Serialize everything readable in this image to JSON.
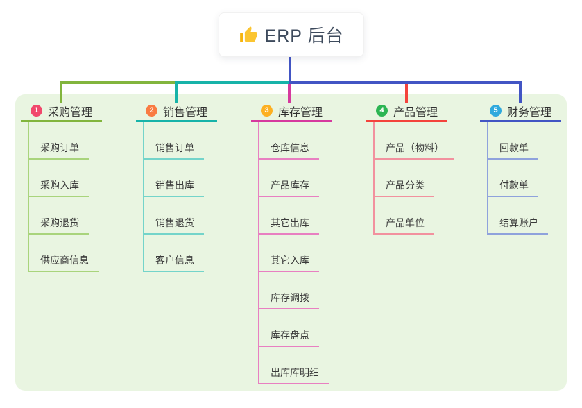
{
  "root": {
    "icon": "thumbs-up-icon",
    "label": "ERP 后台"
  },
  "colors": {
    "canvas_background": "#ffffff",
    "container_background": "#e9f5e1",
    "root_stem_blue": "#4255c4"
  },
  "branches": [
    {
      "index": "1",
      "title": "采购管理",
      "color": "#82b53d",
      "light": "#a9d47c",
      "badge_color": "#f1486c",
      "items": [
        "采购订单",
        "采购入库",
        "采购退货",
        "供应商信息"
      ]
    },
    {
      "index": "2",
      "title": "销售管理",
      "color": "#17b3a9",
      "light": "#74d4ca",
      "badge_color": "#f97b42",
      "items": [
        "销售订单",
        "销售出库",
        "销售退货",
        "客户信息"
      ]
    },
    {
      "index": "3",
      "title": "库存管理",
      "color": "#d6399e",
      "light": "#e87fc1",
      "badge_color": "#fdb022",
      "items": [
        "仓库信息",
        "产品库存",
        "其它出库",
        "其它入库",
        "库存调拨",
        "库存盘点",
        "出库库明细"
      ]
    },
    {
      "index": "4",
      "title": "产品管理",
      "color": "#f4433c",
      "light": "#f2919e",
      "badge_color": "#2cb553",
      "items": [
        "产品（物料）",
        "产品分类",
        "产品单位"
      ]
    },
    {
      "index": "5",
      "title": "财务管理",
      "color": "#4255c4",
      "light": "#8fa2dc",
      "badge_color": "#2fa9dd",
      "items": [
        "回款单",
        "付款单",
        "结算账户"
      ]
    }
  ]
}
